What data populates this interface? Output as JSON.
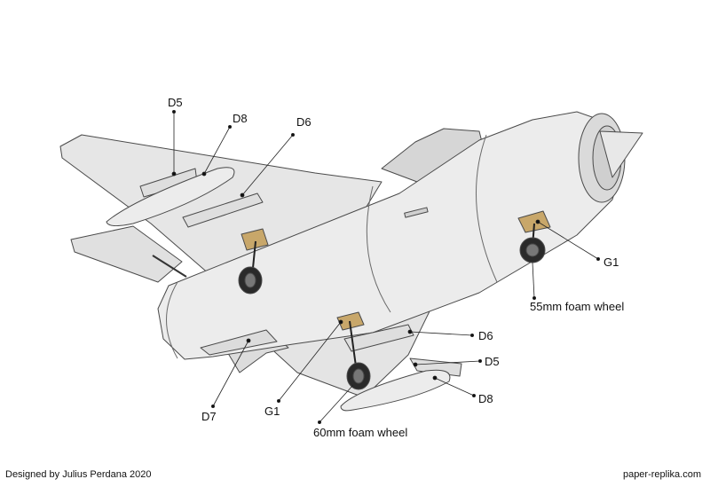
{
  "labels": {
    "d5_top": "D5",
    "d8_top": "D8",
    "d6_top": "D6",
    "g1_right": "G1",
    "wheel_55": "55mm foam wheel",
    "d6_bottom": "D6",
    "d5_bottom": "D5",
    "d8_bottom": "D8",
    "d7": "D7",
    "g1_left": "G1",
    "wheel_60": "60mm foam wheel"
  },
  "footer": {
    "credit": "Designed by Julius Perdana 2020",
    "site": "paper-replika.com"
  },
  "colors": {
    "body": "#eeeeee",
    "panel": "#e2e2e2",
    "shadow": "#c9c9c9",
    "outline": "#4a4a4a",
    "mount": "#c8a76a",
    "tire": "#2a2a2a"
  }
}
